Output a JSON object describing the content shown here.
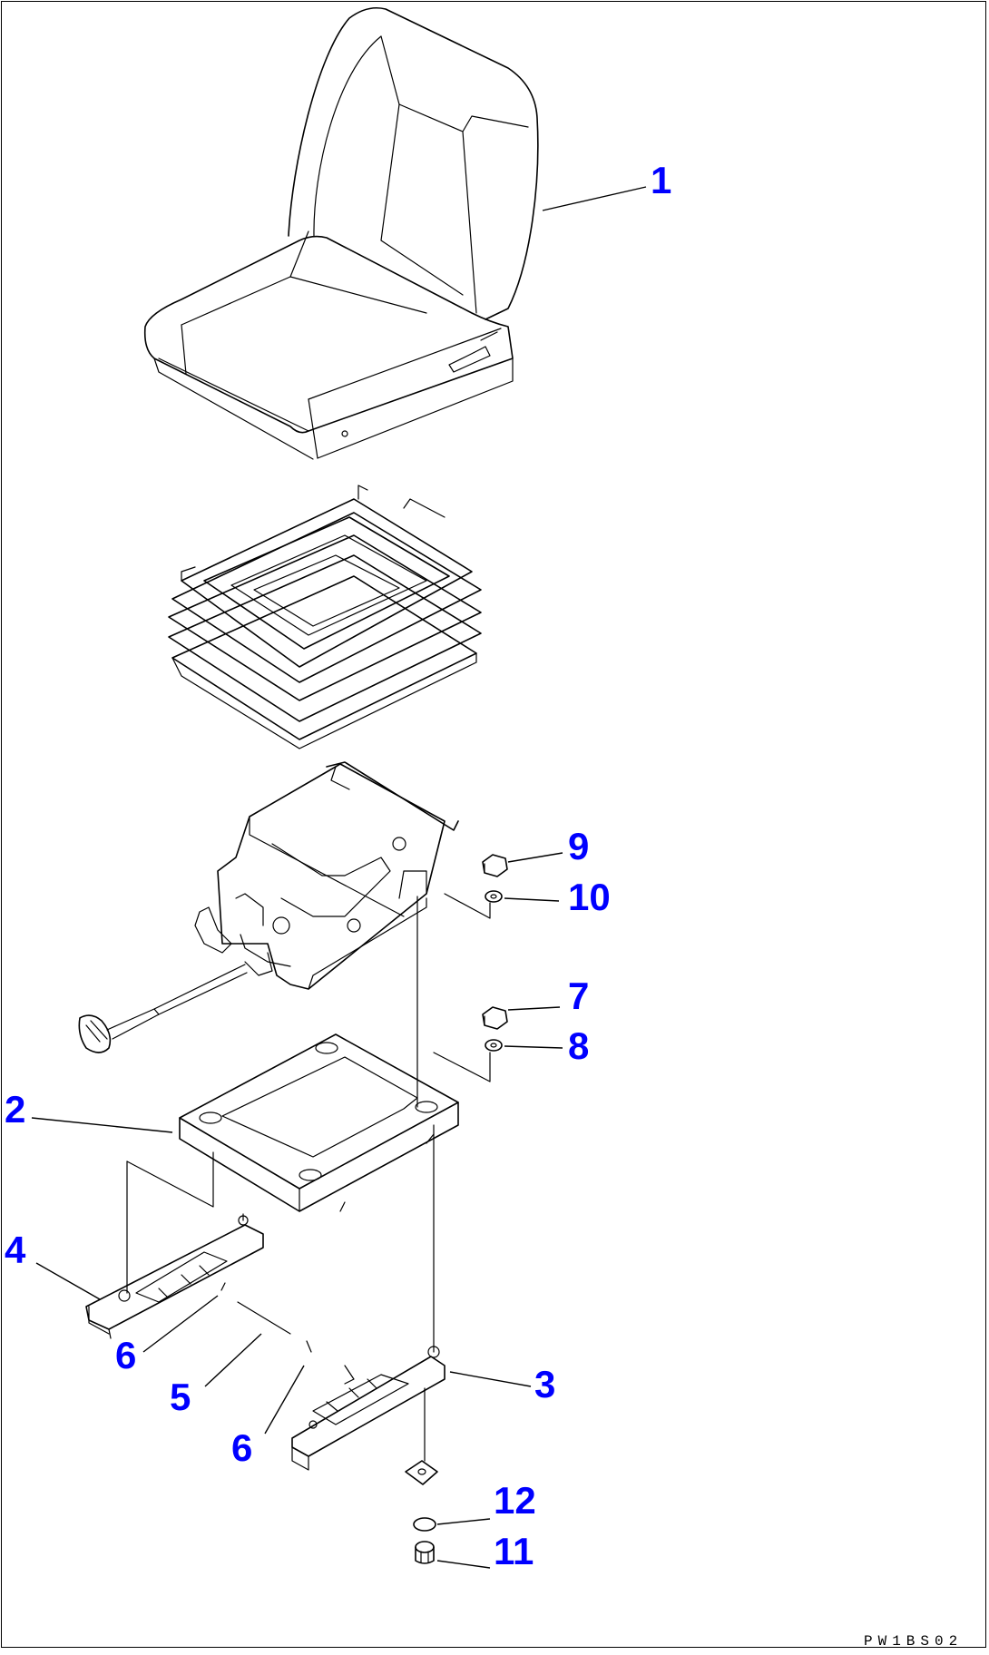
{
  "diagram": {
    "reference_code": "PW1BS02",
    "callouts": [
      {
        "id": "c1",
        "label": "1"
      },
      {
        "id": "c2",
        "label": "2"
      },
      {
        "id": "c3",
        "label": "3"
      },
      {
        "id": "c4",
        "label": "4"
      },
      {
        "id": "c5",
        "label": "5"
      },
      {
        "id": "c6a",
        "label": "6"
      },
      {
        "id": "c6b",
        "label": "6"
      },
      {
        "id": "c7",
        "label": "7"
      },
      {
        "id": "c8",
        "label": "8"
      },
      {
        "id": "c9",
        "label": "9"
      },
      {
        "id": "c10",
        "label": "10"
      },
      {
        "id": "c11",
        "label": "11"
      },
      {
        "id": "c12",
        "label": "12"
      }
    ],
    "colors": {
      "callout": "#0000ff",
      "line": "#000000",
      "background": "#ffffff"
    }
  }
}
